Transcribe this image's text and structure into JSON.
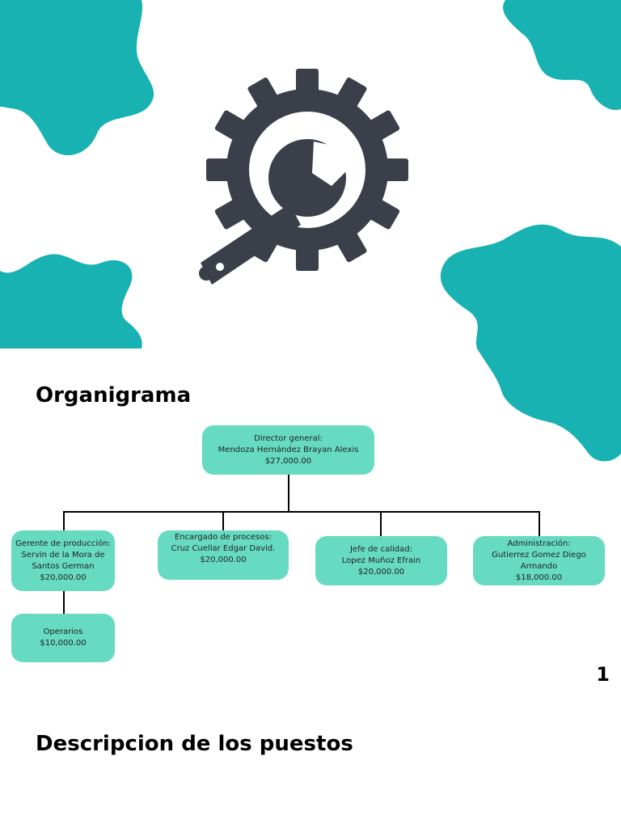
{
  "colors": {
    "accent": "#17b2b1",
    "node": "#67dbc2",
    "gear": "#3b3f4a",
    "line": "#000000"
  },
  "hero": {
    "icon": "gear-wrench-icon"
  },
  "org": {
    "title": "Organigrama",
    "director": {
      "role": "Director general:",
      "name": "Mendoza Hernández Brayan Alexis",
      "salary": "$27,000.00"
    },
    "production": {
      "role": "Gerente de producción:",
      "name_line1": "Servin de la Mora de",
      "name_line2": "Santos German",
      "salary": "$20,000.00"
    },
    "processes": {
      "role": "Encargado de procesos:",
      "name": "Cruz Cuellar Edgar David.",
      "salary": "$20,000.00"
    },
    "quality": {
      "role": "Jefe de calidad:",
      "name": "Lopez Muñoz Efrain",
      "salary": "$20,000.00"
    },
    "admin": {
      "role": "Administración:",
      "name": "Gutierrez Gomez Diego Armando",
      "salary": "$18,000.00"
    },
    "operators": {
      "role": "Operarios",
      "salary": "$10,000.00"
    }
  },
  "page_number": "1",
  "section2": {
    "title": "Descripcion de los puestos"
  }
}
